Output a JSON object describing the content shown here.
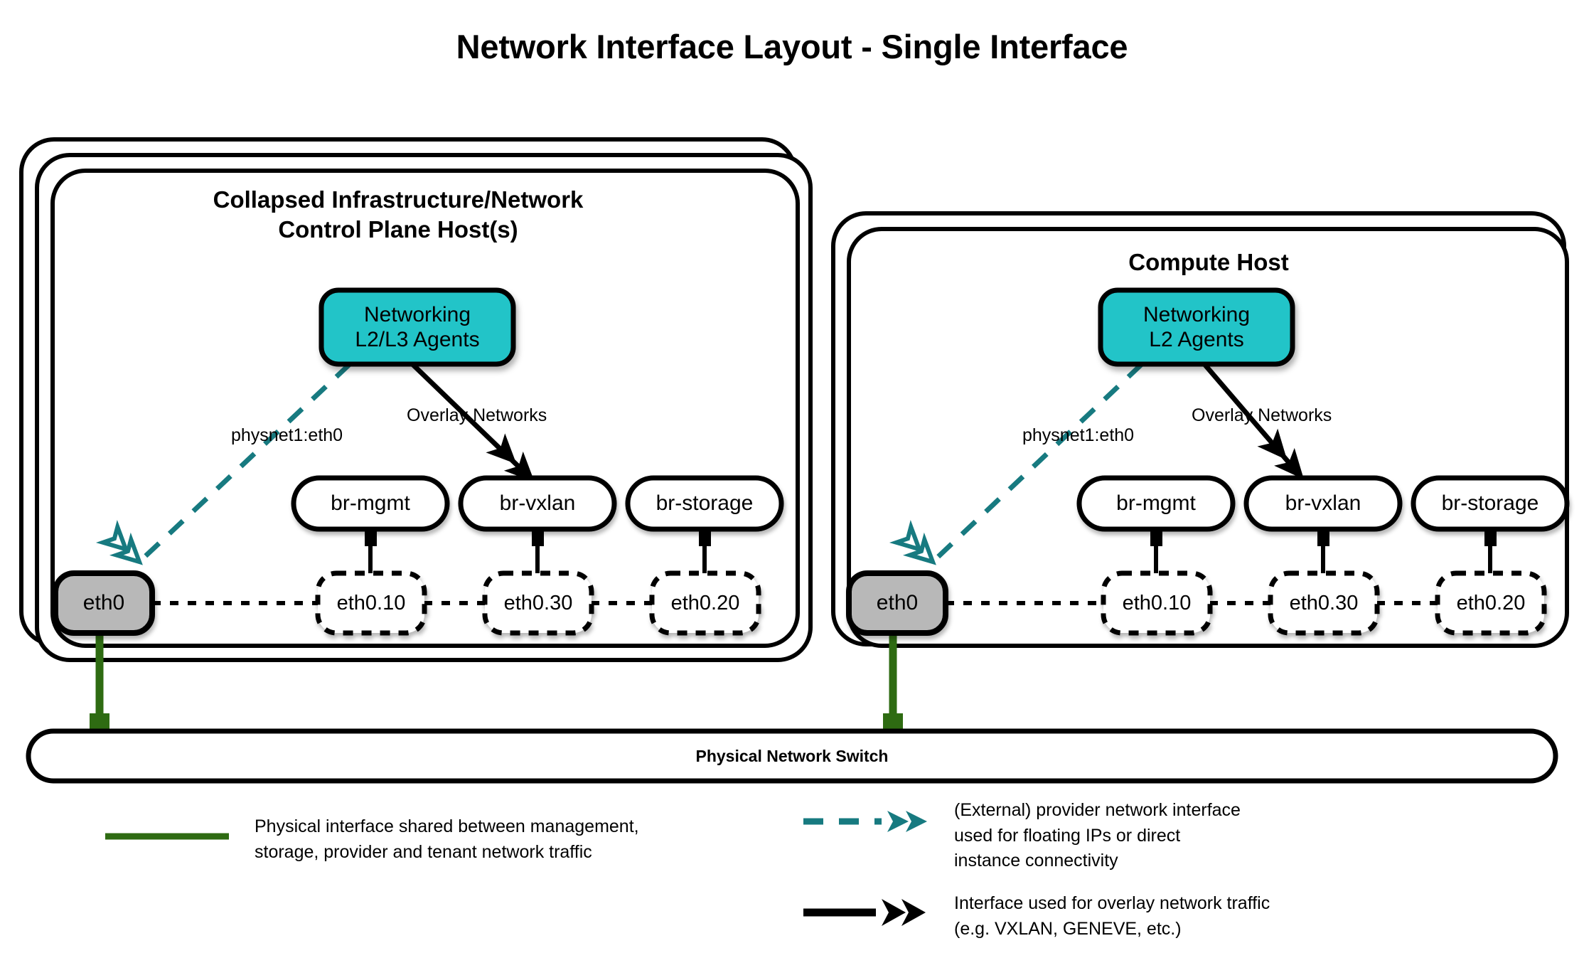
{
  "title": "Network Interface Layout - Single Interface",
  "colors": {
    "agent_fill": "#20C4C8",
    "physical_line": "#2E6B12",
    "provider_line": "#177A80",
    "overlay_line": "#000000",
    "eth0_fill": "#B8B8B8",
    "outline": "#000000",
    "background": "#FFFFFF"
  },
  "hosts": [
    {
      "id": "control-plane",
      "title": "Collapsed Infrastructure/Network\nControl Plane Host(s)",
      "title_line1": "Collapsed Infrastructure/Network",
      "title_line2": "Control Plane Host(s)",
      "stack_layers": 3,
      "agents": {
        "line1": "Networking",
        "line2": "L2/L3 Agents"
      },
      "provider_label": "physnet1:eth0",
      "overlay_label": "Overlay Networks",
      "physical_interface": "eth0",
      "bridges": [
        {
          "name": "br-mgmt",
          "vlan": "eth0.10"
        },
        {
          "name": "br-vxlan",
          "vlan": "eth0.30"
        },
        {
          "name": "br-storage",
          "vlan": "eth0.20"
        }
      ]
    },
    {
      "id": "compute",
      "title": "Compute Host",
      "title_line1": "Compute Host",
      "title_line2": "",
      "stack_layers": 2,
      "agents": {
        "line1": "Networking",
        "line2": "L2 Agents"
      },
      "provider_label": "physnet1:eth0",
      "overlay_label": "Overlay Networks",
      "physical_interface": "eth0",
      "bridges": [
        {
          "name": "br-mgmt",
          "vlan": "eth0.10"
        },
        {
          "name": "br-vxlan",
          "vlan": "eth0.30"
        },
        {
          "name": "br-storage",
          "vlan": "eth0.20"
        }
      ]
    }
  ],
  "switch": {
    "label": "Physical Network Switch"
  },
  "legend": [
    {
      "id": "physical",
      "style": "solid-green",
      "text": "Physical interface shared between management,\nstorage, provider and tenant network traffic"
    },
    {
      "id": "provider",
      "style": "dashed-teal-arrow",
      "text": "(External) provider network interface\nused for floating IPs or direct\ninstance connectivity"
    },
    {
      "id": "overlay",
      "style": "solid-black-arrow",
      "text": "Interface used for overlay network traffic\n(e.g. VXLAN, GENEVE, etc.)"
    }
  ]
}
